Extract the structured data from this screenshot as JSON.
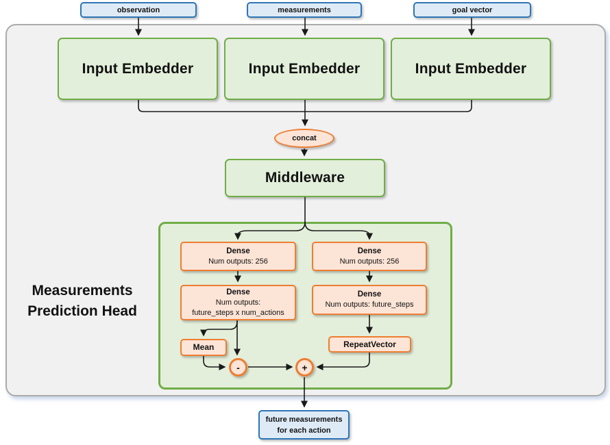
{
  "colors": {
    "blue_border": "#2E75B6",
    "blue_fill": "#DEEBF7",
    "green_border": "#70AD47",
    "green_fill": "#E2EFDA",
    "orange_border": "#ED7D31",
    "orange_fill": "#FCE4D6",
    "outer_container_fill": "#F1F1F2",
    "outer_container_border": "#ABABAB",
    "wire": "#1A1A1A"
  },
  "inputs": [
    {
      "label": "observation"
    },
    {
      "label": "measurements"
    },
    {
      "label": "goal vector"
    }
  ],
  "embedders": [
    {
      "label": "Input Embedder"
    },
    {
      "label": "Input Embedder"
    },
    {
      "label": "Input Embedder"
    }
  ],
  "concat": {
    "label": "concat"
  },
  "middleware": {
    "label": "Middleware"
  },
  "head": {
    "title_line1": "Measurements",
    "title_line2": "Prediction Head",
    "left_branch": {
      "dense1": {
        "title": "Dense",
        "detail": "Num outputs: 256"
      },
      "dense2": {
        "title": "Dense",
        "detail1": "Num outputs:",
        "detail2": "future_steps x num_actions"
      },
      "mean": {
        "label": "Mean"
      },
      "subtract_op": "-"
    },
    "right_branch": {
      "dense1": {
        "title": "Dense",
        "detail": "Num outputs: 256"
      },
      "dense2": {
        "title": "Dense",
        "detail": "Num outputs: future_steps"
      },
      "repeat_vector": {
        "label": "RepeatVector"
      },
      "add_op": "+"
    }
  },
  "output": {
    "line1": "future measurements",
    "line2": "for each action"
  }
}
